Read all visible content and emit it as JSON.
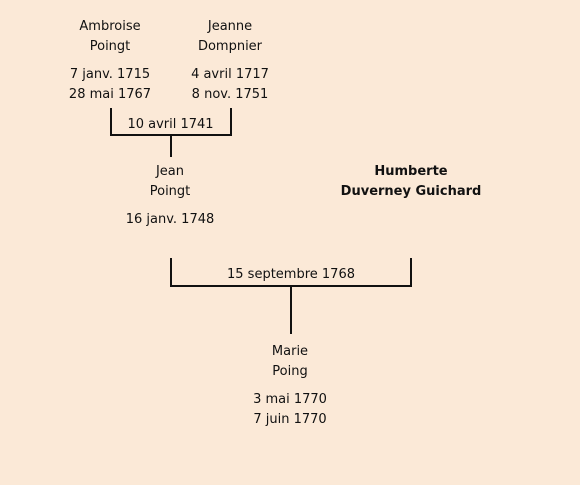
{
  "persons": {
    "ambroise": {
      "first": "Ambroise",
      "last": "Poingt",
      "birth": "7 janv. 1715",
      "death": "28 mai 1767"
    },
    "jeanne": {
      "first": "Jeanne",
      "last": "Dompnier",
      "birth": "4 avril 1717",
      "death": "8 nov. 1751"
    },
    "jean": {
      "first": "Jean",
      "last": "Poingt",
      "birth": "16 janv. 1748"
    },
    "humberte": {
      "first": "Humberte",
      "last": "Duverney Guichard"
    },
    "marie": {
      "first": "Marie",
      "last": "Poing",
      "birth": "3 mai 1770",
      "death": "7 juin 1770"
    }
  },
  "marriages": {
    "ambroise_jeanne": "10 avril 1741",
    "jean_humberte": "15 septembre 1768"
  }
}
